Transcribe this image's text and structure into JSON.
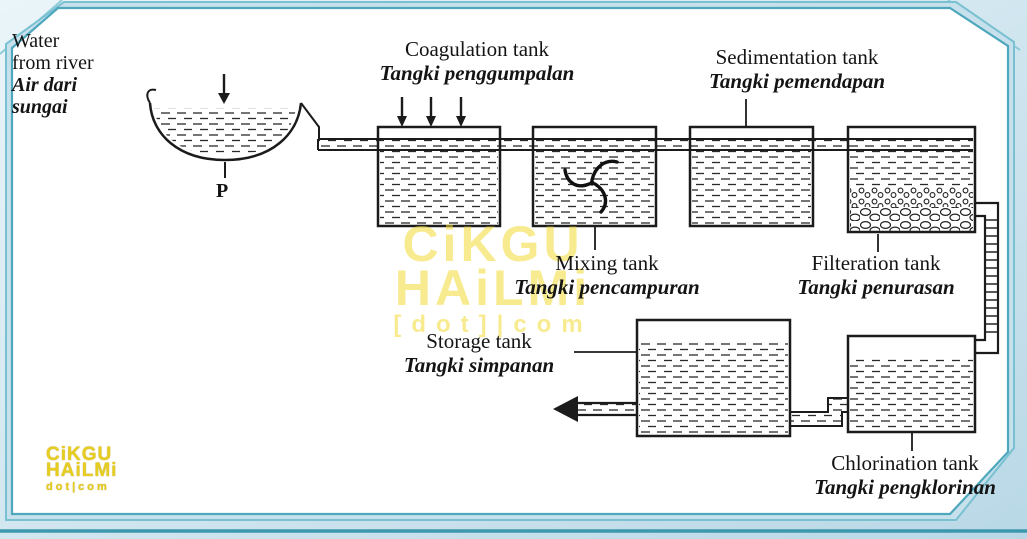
{
  "colors": {
    "ink": "#1b1b1b",
    "frame_teal": "#4ea7bd",
    "backdrop_blue": "#c6e0ec",
    "watermark_yellow": "#f2da35"
  },
  "source_label": {
    "en_line1": "Water",
    "en_line2": "from river",
    "ms_line1": "Air dari",
    "ms_line2": "sungai"
  },
  "pump_label": "P",
  "tanks": {
    "coagulation": {
      "en": "Coagulation tank",
      "ms": "Tangki penggumpalan"
    },
    "mixing": {
      "en": "Mixing tank",
      "ms": "Tangki pencampuran"
    },
    "sedimentation": {
      "en": "Sedimentation tank",
      "ms": "Tangki pemendapan"
    },
    "filtration": {
      "en": "Filteration tank",
      "ms": "Tangki penurasan"
    },
    "chlorination": {
      "en": "Chlorination tank",
      "ms": "Tangki pengklorinan"
    },
    "storage": {
      "en": "Storage tank",
      "ms": "Tangki simpanan"
    }
  },
  "watermark_center": {
    "line1": "CiKGU",
    "line2": "HAiLMi",
    "line3": "[dot]|com"
  },
  "watermark_corner": {
    "line1": "CiKGU",
    "line2": "HAiLMi",
    "line3": "dot|com"
  }
}
